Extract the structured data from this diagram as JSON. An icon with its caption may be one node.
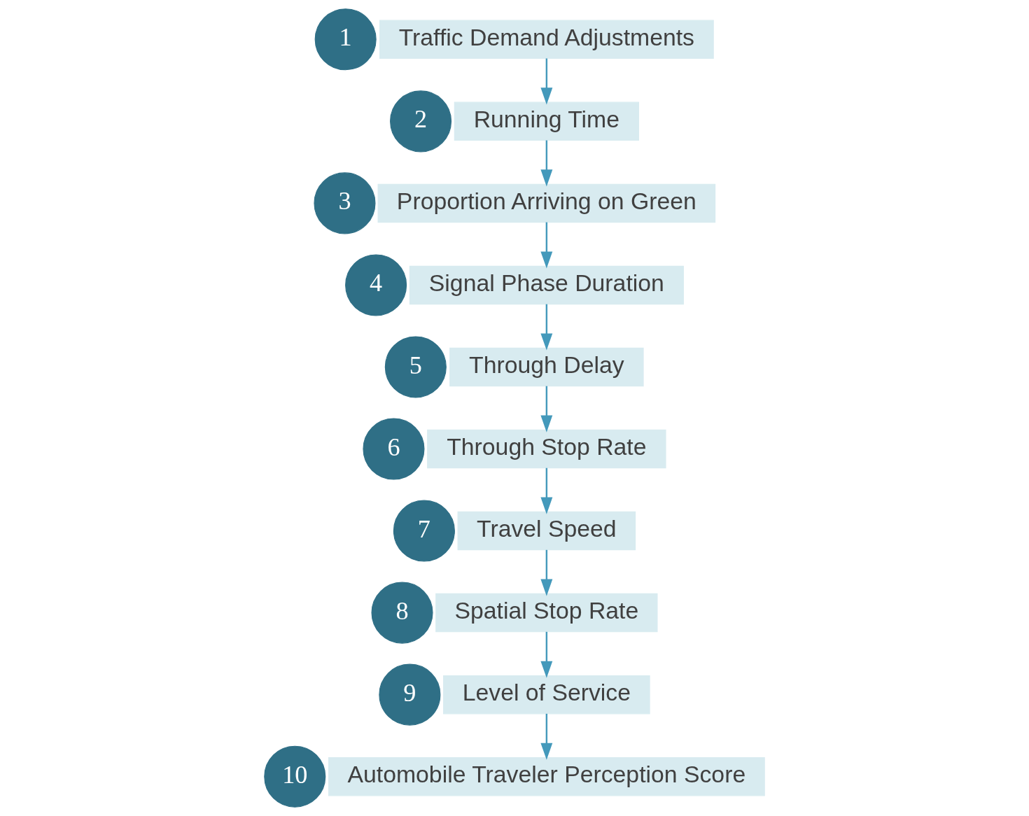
{
  "diagram": {
    "nodes": [
      {
        "text": [
          "1"
        ]
      },
      {
        "text": [
          "Traffic Demand Adjustments"
        ]
      },
      {
        "text": [
          "2"
        ]
      },
      {
        "text": [
          "Running Time"
        ]
      },
      {
        "text": [
          "3"
        ]
      },
      {
        "text": [
          "Proportion Arriving on Green"
        ]
      },
      {
        "text": [
          "4"
        ]
      },
      {
        "text": [
          "Signal Phase Duration"
        ]
      },
      {
        "text": [
          "5"
        ]
      },
      {
        "text": [
          "Through Delay"
        ]
      },
      {
        "text": [
          "6"
        ]
      },
      {
        "text": [
          "Through Stop Rate"
        ]
      },
      {
        "text": [
          "7"
        ]
      },
      {
        "text": [
          "Travel Speed"
        ]
      },
      {
        "text": [
          "8"
        ]
      },
      {
        "text": [
          "Spatial Stop Rate"
        ]
      },
      {
        "text": [
          "9"
        ]
      },
      {
        "text": [
          "Level of Service"
        ]
      },
      {
        "text": [
          "10"
        ]
      },
      {
        "text": [
          "Automobile Traveler Perception Score"
        ]
      }
    ],
    "edges": [
      {
        "from": 1,
        "to": 3,
        "arrow": "to"
      },
      {
        "from": 3,
        "to": 5,
        "arrow": "to"
      },
      {
        "from": 5,
        "to": 7,
        "arrow": "to"
      },
      {
        "from": 7,
        "to": 9,
        "arrow": "to"
      },
      {
        "from": 9,
        "to": 11,
        "arrow": "to"
      },
      {
        "from": 11,
        "to": 13,
        "arrow": "to"
      },
      {
        "from": 13,
        "to": 15,
        "arrow": "to"
      },
      {
        "from": 15,
        "to": 17,
        "arrow": "to"
      },
      {
        "from": 17,
        "to": 19,
        "arrow": "to"
      }
    ]
  }
}
